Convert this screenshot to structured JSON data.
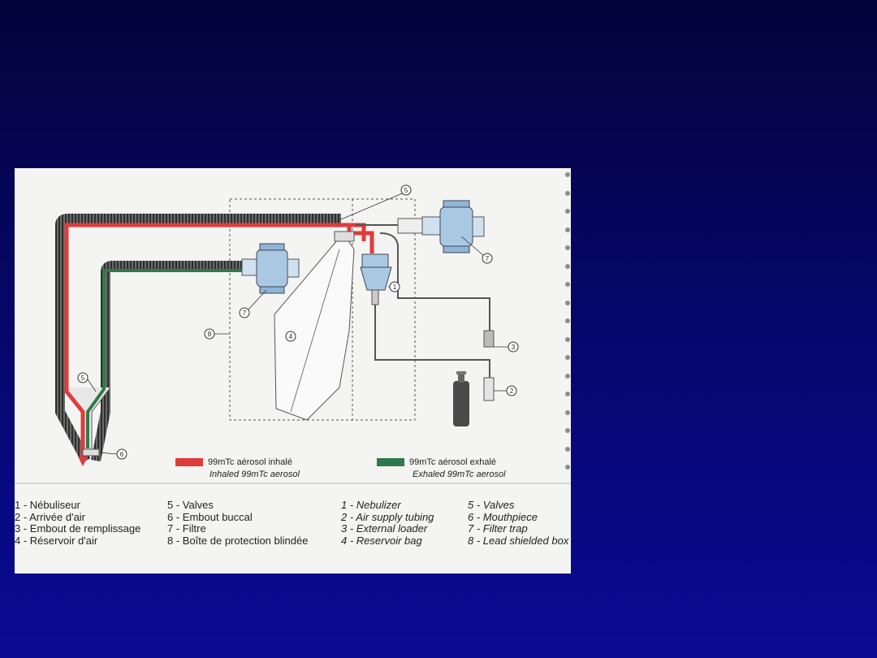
{
  "diagram": {
    "callouts": [
      "1",
      "2",
      "3",
      "4",
      "5",
      "6",
      "7",
      "8"
    ],
    "colors": {
      "inhaled": "#e03b3b",
      "exhaled": "#2f7a4a",
      "tubing": "#3a3a3a",
      "slide_background": "#06066a"
    }
  },
  "legend": {
    "inhaled_fr": "99mTc aérosol inhalé",
    "inhaled_en": "Inhaled 99mTc aerosol",
    "exhaled_fr": "99mTc aérosol exhalé",
    "exhaled_en": "Exhaled 99mTc aerosol"
  },
  "key": {
    "fr_col1": [
      "1 - Nébuliseur",
      "2 - Arrivée d'air",
      "3 - Embout de remplissage",
      "4 - Réservoir d'air"
    ],
    "fr_col2": [
      "5 - Valves",
      "6 - Embout buccal",
      "7 - Filtre",
      "8 - Boîte de protection blindée"
    ],
    "en_col1": [
      "1 - Nebulizer",
      "2 - Air supply tubing",
      "3 - External loader",
      "4 - Reservoir bag"
    ],
    "en_col2": [
      "5 - Valves",
      "6 - Mouthpiece",
      "7 - Filter trap",
      "8 - Lead shielded box"
    ]
  }
}
